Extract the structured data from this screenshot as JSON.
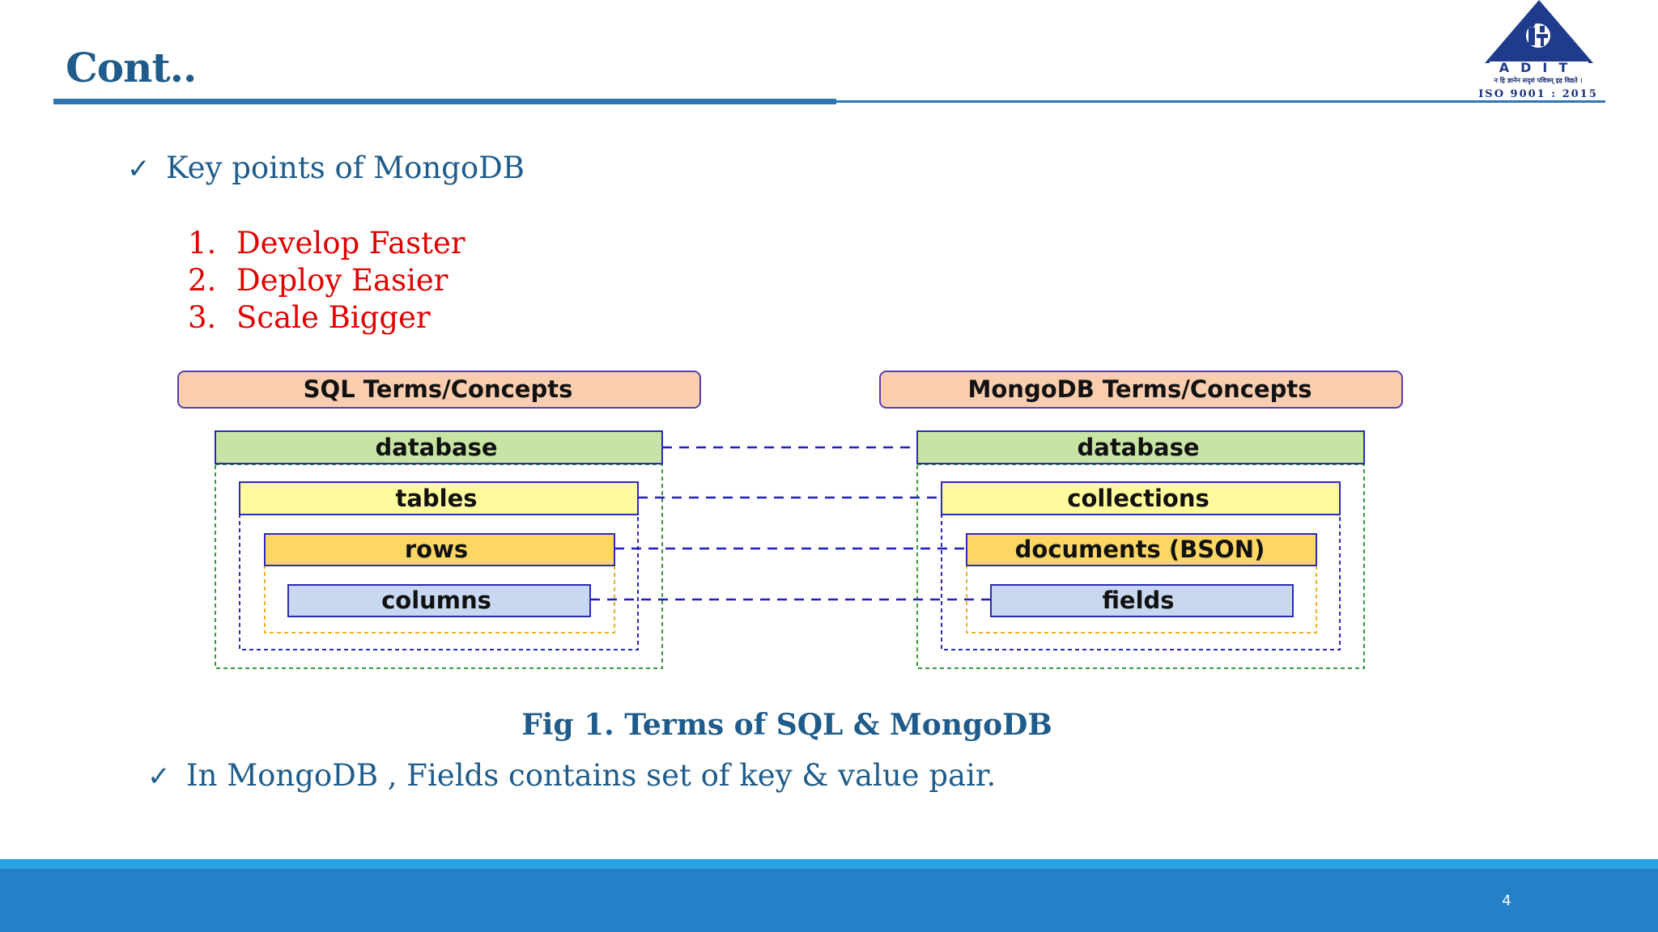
{
  "slide": {
    "title": "Cont..",
    "page_number": "4"
  },
  "logo": {
    "name": "ADIT",
    "tagline": "न हि ज्ञानेन सदृशं पवित्रम् इह विद्यते ।",
    "certification": "ISO 9001 : 2015",
    "colors": {
      "triangle": "#1F3B8C",
      "text": "#1a2f7a"
    }
  },
  "bullets": [
    {
      "text": "Key points of MongoDB"
    },
    {
      "text": "In MongoDB , Fields contains set of key & value pair."
    }
  ],
  "key_points": [
    {
      "num": "1.",
      "text": "Develop Faster"
    },
    {
      "num": "2.",
      "text": "Deploy Easier"
    },
    {
      "num": "3.",
      "text": "Scale Bigger"
    }
  ],
  "diagram": {
    "sql_header": "SQL Terms/Concepts",
    "mongo_header": "MongoDB Terms/Concepts",
    "sql_terms": [
      "database",
      "tables",
      "rows",
      "columns"
    ],
    "mongo_terms": [
      "database",
      "collections",
      "documents (BSON)",
      "fields"
    ],
    "colors": {
      "header_fill": "#F9CDAE",
      "database": "#C7E4A4",
      "table": "#FFFA9C",
      "row": "#FDD663",
      "column": "#C8D8F0",
      "border": "#2B2BB5",
      "green_dash": "#3A9A3A",
      "orange_dash": "#F2B020",
      "link": "#2020C0"
    }
  },
  "caption": "Fig 1. Terms of SQL & MongoDB",
  "colors": {
    "title": "#1F5C8B",
    "numbered": "#E00000",
    "footer": "#2680C7",
    "footer_accent": "#29A3E3"
  }
}
